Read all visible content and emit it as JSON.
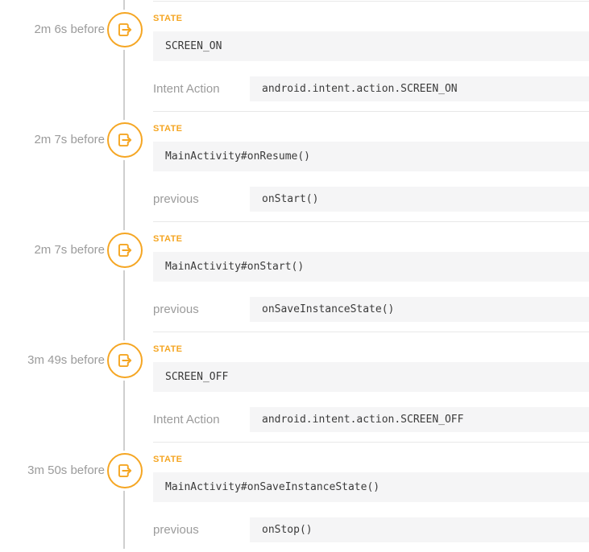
{
  "colors": {
    "accent_orange": "#f5a623",
    "muted_text": "#9b9b9b",
    "code_text": "#3b3b3b",
    "box_background": "#f5f5f6",
    "divider": "#e8e8e8",
    "timeline_line": "#cfcfcf"
  },
  "timeline": {
    "state_label": "STATE",
    "node_icon": "logout-arrow-icon",
    "entries": [
      {
        "time": "2m 6s before",
        "state": "SCREEN_ON",
        "field_label": "Intent Action",
        "field_value": "android.intent.action.SCREEN_ON"
      },
      {
        "time": "2m 7s before",
        "state": "MainActivity#onResume()",
        "field_label": "previous",
        "field_value": "onStart()"
      },
      {
        "time": "2m 7s before",
        "state": "MainActivity#onStart()",
        "field_label": "previous",
        "field_value": "onSaveInstanceState()"
      },
      {
        "time": "3m 49s before",
        "state": "SCREEN_OFF",
        "field_label": "Intent Action",
        "field_value": "android.intent.action.SCREEN_OFF"
      },
      {
        "time": "3m 50s before",
        "state": "MainActivity#onSaveInstanceState()",
        "field_label": "previous",
        "field_value": "onStop()"
      }
    ]
  }
}
